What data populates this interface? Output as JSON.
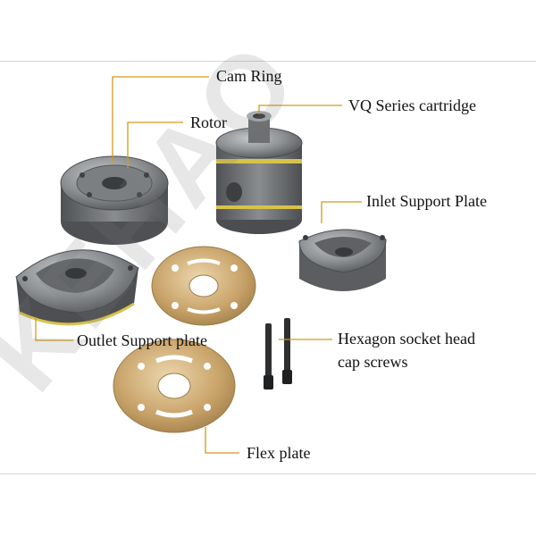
{
  "labels": {
    "cam_ring": "Cam Ring",
    "rotor": "Rotor",
    "vq_cartridge": "VQ Series cartridge",
    "inlet_plate": "Inlet Support Plate",
    "outlet_plate": "Outlet Support plate",
    "screws_line1": "Hexagon socket head",
    "screws_line2": "cap screws",
    "flex_plate": "Flex plate"
  },
  "watermark": "KEHAO",
  "colors": {
    "leader": "#d29a1a",
    "metal_dark": "#6d6f72",
    "metal_mid": "#8e9194",
    "metal_light": "#b9bcbf",
    "brass": "#c9a46a",
    "brass_light": "#e2c79a",
    "seal": "#d8c24a"
  }
}
